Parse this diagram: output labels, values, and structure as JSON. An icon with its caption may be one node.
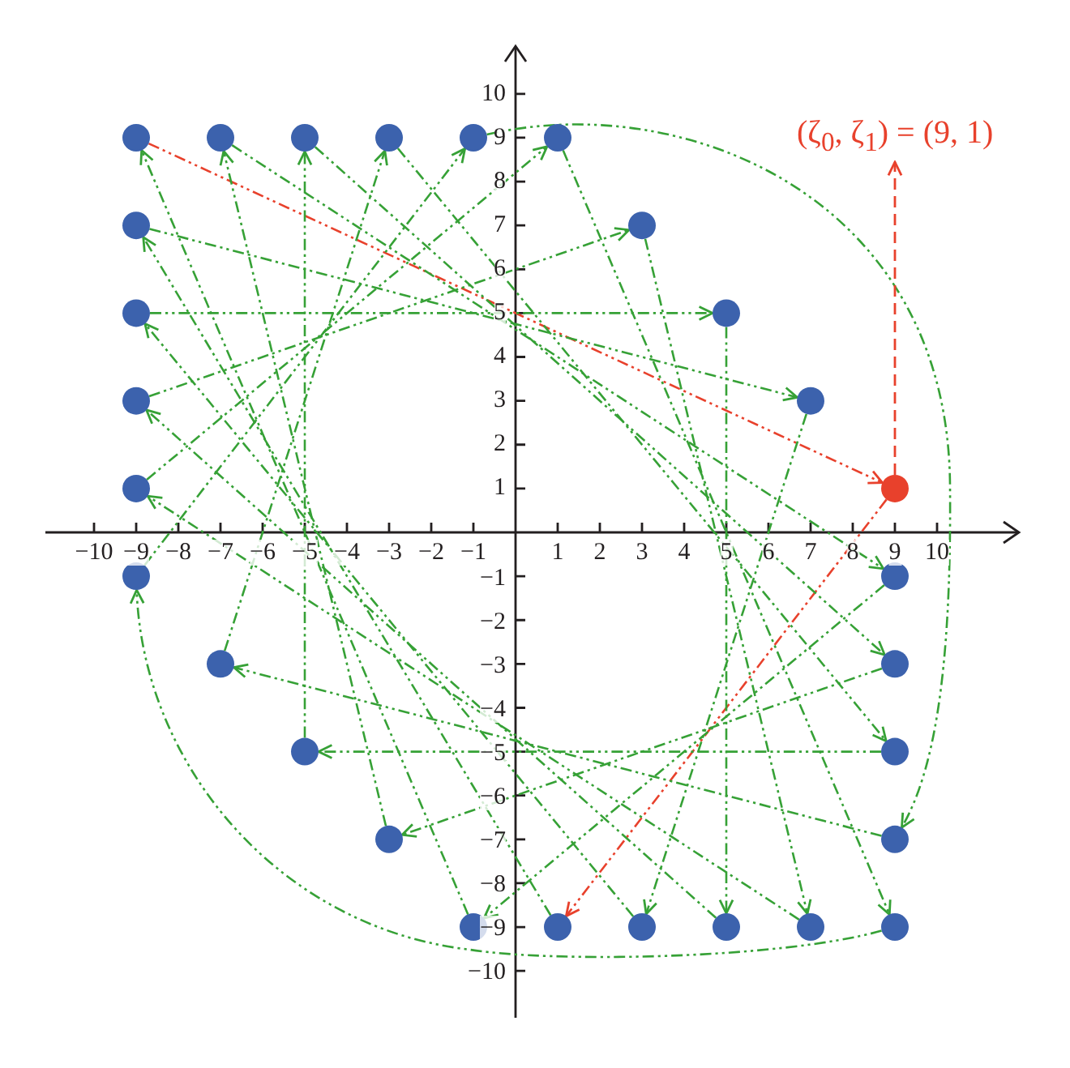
{
  "diagram": {
    "nodes": [
      {
        "text": [],
        "shape": "circle"
      },
      {
        "text": [],
        "shape": "circle"
      },
      {
        "text": [],
        "shape": "circle"
      },
      {
        "text": [],
        "shape": "circle"
      },
      {
        "text": [],
        "shape": "circle"
      },
      {
        "text": [],
        "shape": "circle"
      },
      {
        "text": [
          "(ζ$_{0}$, ζ$_{1}$) = (9, 1)"
        ]
      },
      {
        "text": [],
        "shape": "circle"
      },
      {
        "text": [],
        "shape": "circle"
      },
      {
        "text": [],
        "shape": "circle"
      },
      {
        "text": [],
        "shape": "circle"
      },
      {
        "text": [],
        "shape": "circle"
      },
      {
        "text": [],
        "shape": "circle"
      },
      {
        "text": [],
        "shape": "circle"
      },
      {
        "text": [],
        "shape": "circle"
      },
      {
        "text": [],
        "shape": "circle"
      },
      {
        "text": [],
        "shape": "circle"
      },
      {
        "text": [],
        "shape": "circle"
      },
      {
        "text": [],
        "shape": "circle"
      },
      {
        "text": [],
        "shape": "circle"
      },
      {
        "text": [],
        "shape": "circle"
      },
      {
        "text": [],
        "shape": "circle"
      },
      {
        "text": [],
        "shape": "circle"
      },
      {
        "text": [],
        "shape": "circle"
      },
      {
        "text": [],
        "shape": "circle"
      },
      {
        "text": [],
        "shape": "circle"
      },
      {
        "text": [],
        "shape": "circle"
      },
      {
        "text": [],
        "shape": "circle"
      },
      {
        "text": [],
        "shape": "circle"
      }
    ],
    "edges": [
      {
        "from": 0,
        "to": 14,
        "arrow": "to",
        "color": "#e8412c"
      },
      {
        "from": 14,
        "to": 24,
        "arrow": "to",
        "color": "#e8412c"
      },
      {
        "from": 24,
        "to": 7,
        "arrow": "to"
      },
      {
        "from": 7,
        "to": 12,
        "arrow": "to"
      },
      {
        "from": 12,
        "to": 25,
        "arrow": "to"
      },
      {
        "from": 25,
        "to": 9,
        "arrow": "to"
      },
      {
        "from": 9,
        "to": 10,
        "arrow": "to"
      },
      {
        "from": 10,
        "to": 26,
        "arrow": "to"
      },
      {
        "from": 26,
        "to": 11,
        "arrow": "to"
      },
      {
        "from": 11,
        "to": 8,
        "arrow": "to"
      },
      {
        "from": 8,
        "to": 27,
        "arrow": "to"
      },
      {
        "from": 27,
        "to": 13,
        "arrow": "to"
      },
      {
        "from": 13,
        "to": 5,
        "arrow": "to"
      },
      {
        "from": 5,
        "to": 28,
        "arrow": "to"
      },
      {
        "from": 28,
        "to": 15,
        "arrow": "to"
      },
      {
        "from": 15,
        "to": 4,
        "arrow": "to"
      },
      {
        "from": 4,
        "to": 22,
        "arrow": "to"
      },
      {
        "from": 22,
        "to": 17,
        "arrow": "to"
      },
      {
        "from": 17,
        "to": 3,
        "arrow": "to"
      },
      {
        "from": 3,
        "to": 20,
        "arrow": "to"
      },
      {
        "from": 20,
        "to": 19,
        "arrow": "to"
      },
      {
        "from": 19,
        "to": 2,
        "arrow": "to"
      },
      {
        "from": 2,
        "to": 18,
        "arrow": "to"
      },
      {
        "from": 18,
        "to": 21,
        "arrow": "to"
      },
      {
        "from": 21,
        "to": 1,
        "arrow": "to"
      },
      {
        "from": 1,
        "to": 16,
        "arrow": "to"
      },
      {
        "from": 16,
        "to": 23,
        "arrow": "to"
      },
      {
        "from": 23,
        "to": 0,
        "arrow": "to"
      },
      {
        "from": 14,
        "to": 6,
        "arrow": "to",
        "style": "dashed",
        "color": "#e8412c"
      }
    ],
    "labels": [
      "10",
      "9",
      "8",
      "7",
      "6",
      "5",
      "4",
      "3",
      "2",
      "1",
      "−10",
      "−9",
      "−8",
      "−7",
      "−6",
      "−5",
      "−4",
      "−3",
      "−2",
      "−1",
      "1",
      "2",
      "3",
      "4",
      "5",
      "6",
      "7",
      "8",
      "9",
      "10",
      "−1",
      "−2",
      "−3",
      "−4",
      "−5",
      "−6",
      "−7",
      "−8",
      "−9",
      "−10"
    ]
  }
}
